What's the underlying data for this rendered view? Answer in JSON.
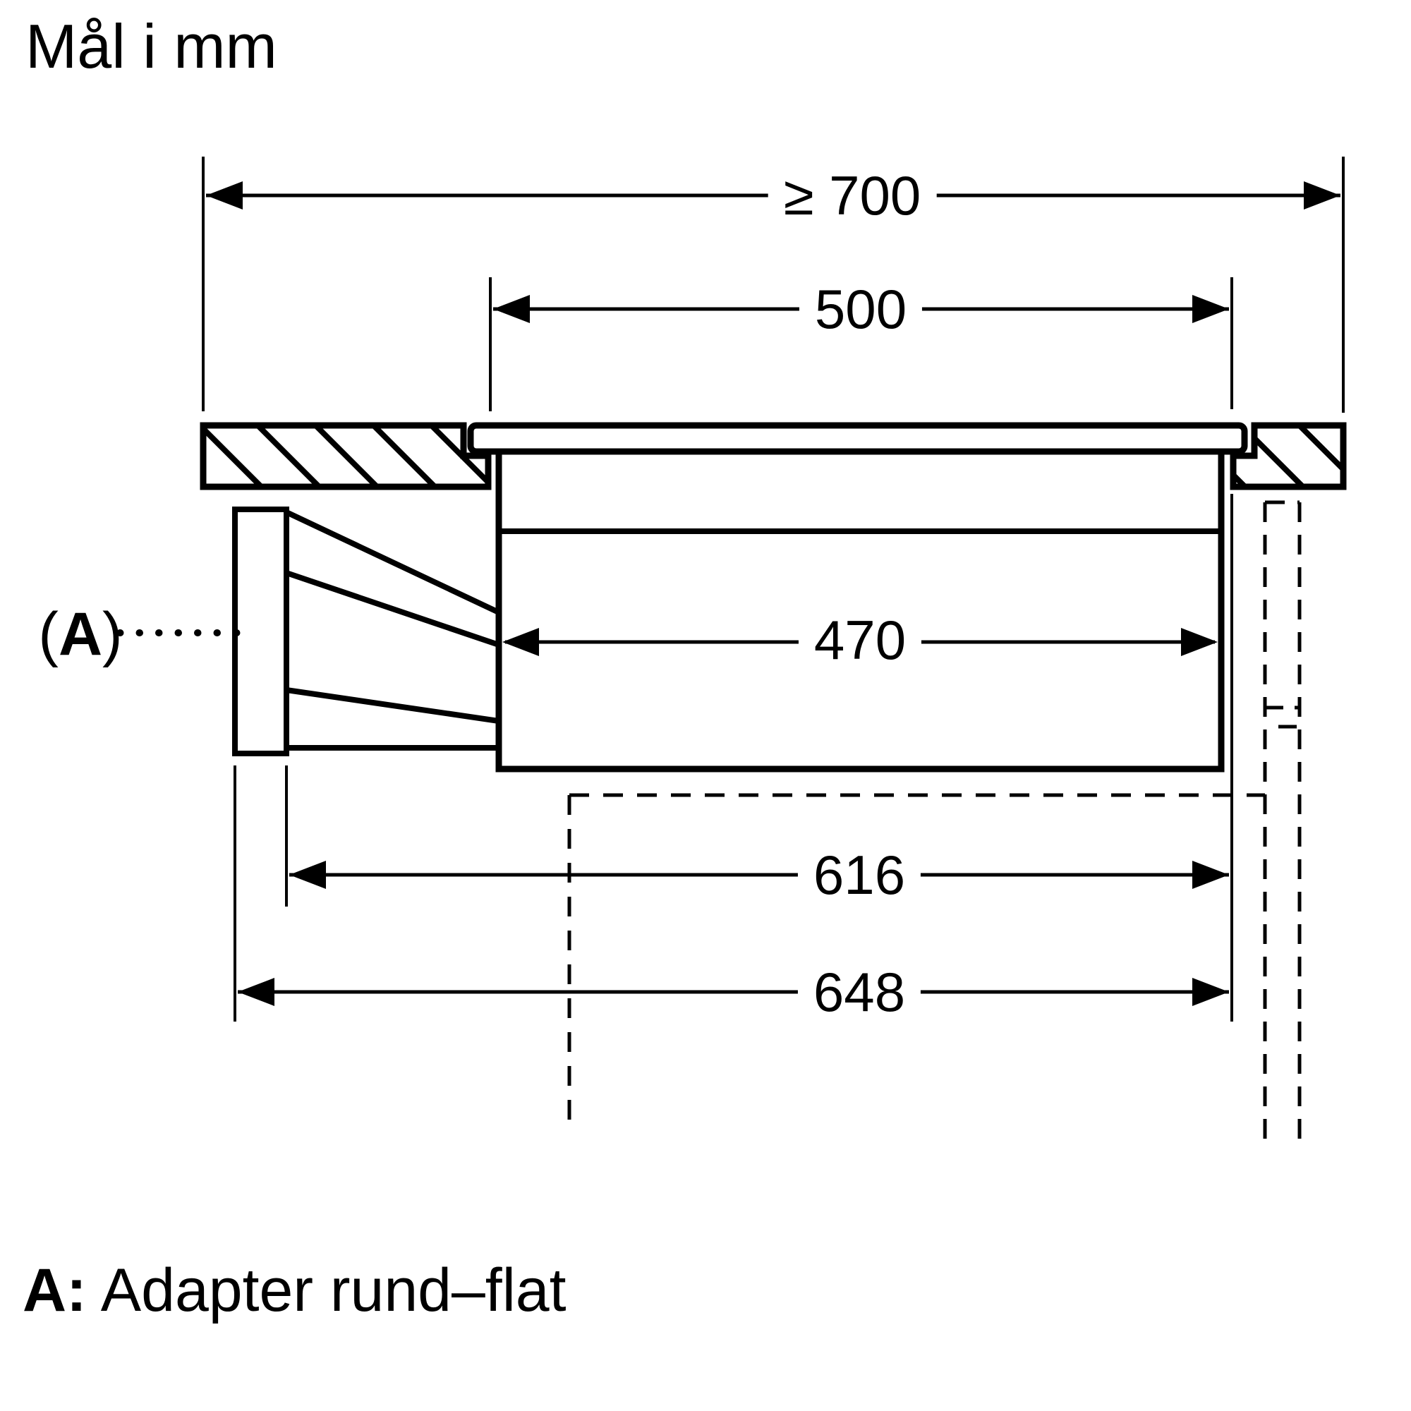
{
  "title": "Mål i mm",
  "dimensions": {
    "worktop_min_width": "≥ 700",
    "cutout_width": "500",
    "appliance_body_width": "470",
    "depth_616": "616",
    "depth_648": "648"
  },
  "callout": {
    "open": "(",
    "label": "A",
    "close": ")"
  },
  "legend": {
    "term": "A:",
    "description": "Adapter rund–flat"
  },
  "colors": {
    "line": "#000000",
    "background": "#ffffff"
  }
}
